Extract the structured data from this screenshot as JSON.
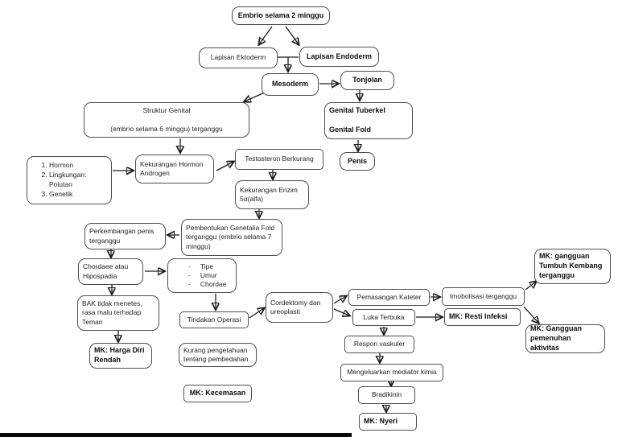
{
  "diagram_title": "Embrio selama 2 minggu",
  "nodes": {
    "embrio": {
      "label": "Embrio selama 2 minggu"
    },
    "ektoderm": {
      "label": "Lapisan Ektoderm"
    },
    "endoderm": {
      "label": "Lapisan Endoderm"
    },
    "mesoderm": {
      "label": "Mesoderm"
    },
    "tonjolan": {
      "label": "Tonjolan"
    },
    "struktur": {
      "label": "Struktur Genital\n\n(embrio selama 6 minggu) terganggu"
    },
    "tuberkel": {
      "label": "Genital Tuberkel\n\nGenital Fold"
    },
    "penis": {
      "label": "Penis"
    },
    "faktor": {
      "items": [
        "Hormon",
        "Lingkungan: Polutan",
        "Genetik"
      ]
    },
    "hormon": {
      "label": "Kekurangan Hormon\nAndrogen"
    },
    "testosteron": {
      "label": "Testosteron Berkurang"
    },
    "enzim": {
      "label": "Kekurangan Enzim\n5α(alfa)"
    },
    "pembentukan": {
      "label": "Pembentukan Genetalia Fold\nterganggu (embrio selama 7\nminggu)"
    },
    "perkembangan": {
      "label": "Perkembangan penis\nterganggu"
    },
    "chordaee": {
      "label": "Chordaee atau\nHipospadia"
    },
    "tipe": {
      "items": [
        "Tipe",
        "Umur",
        "Chordae"
      ]
    },
    "bak": {
      "label": "BAK tidak menetes,\nrasa malu terhadap\nTeman"
    },
    "harga_diri": {
      "label": "MK: Harga Diri\nRendah"
    },
    "tindakan": {
      "label": "Tindakan Operasi"
    },
    "kurang": {
      "label": "Kurang pengetahuan\ntentang pembedahan"
    },
    "kecemasan": {
      "label": "MK: Kecemasan"
    },
    "cordektomy": {
      "label": "Cordektomy dan\nureoplasti"
    },
    "kateter": {
      "label": "Pemasangan Kateter"
    },
    "luka": {
      "label": "Luka Terbuka"
    },
    "resti": {
      "label": "MK: Resti Infeksi"
    },
    "imobolisasi": {
      "label": "Imobolisasi terganggu"
    },
    "tumbuh": {
      "label": "MK: gangguan\nTumbuh Kembang\nterganggu"
    },
    "aktivitas": {
      "label": "MK: Gangguan\npemenuhan aktivitas"
    },
    "respon": {
      "label": "Respon vaskuler"
    },
    "mediator": {
      "label": "Mengeluarkan mediator kimia"
    },
    "bradikinin": {
      "label": "Bradikinin"
    },
    "nyeri": {
      "label": "MK: Nyeri"
    }
  }
}
